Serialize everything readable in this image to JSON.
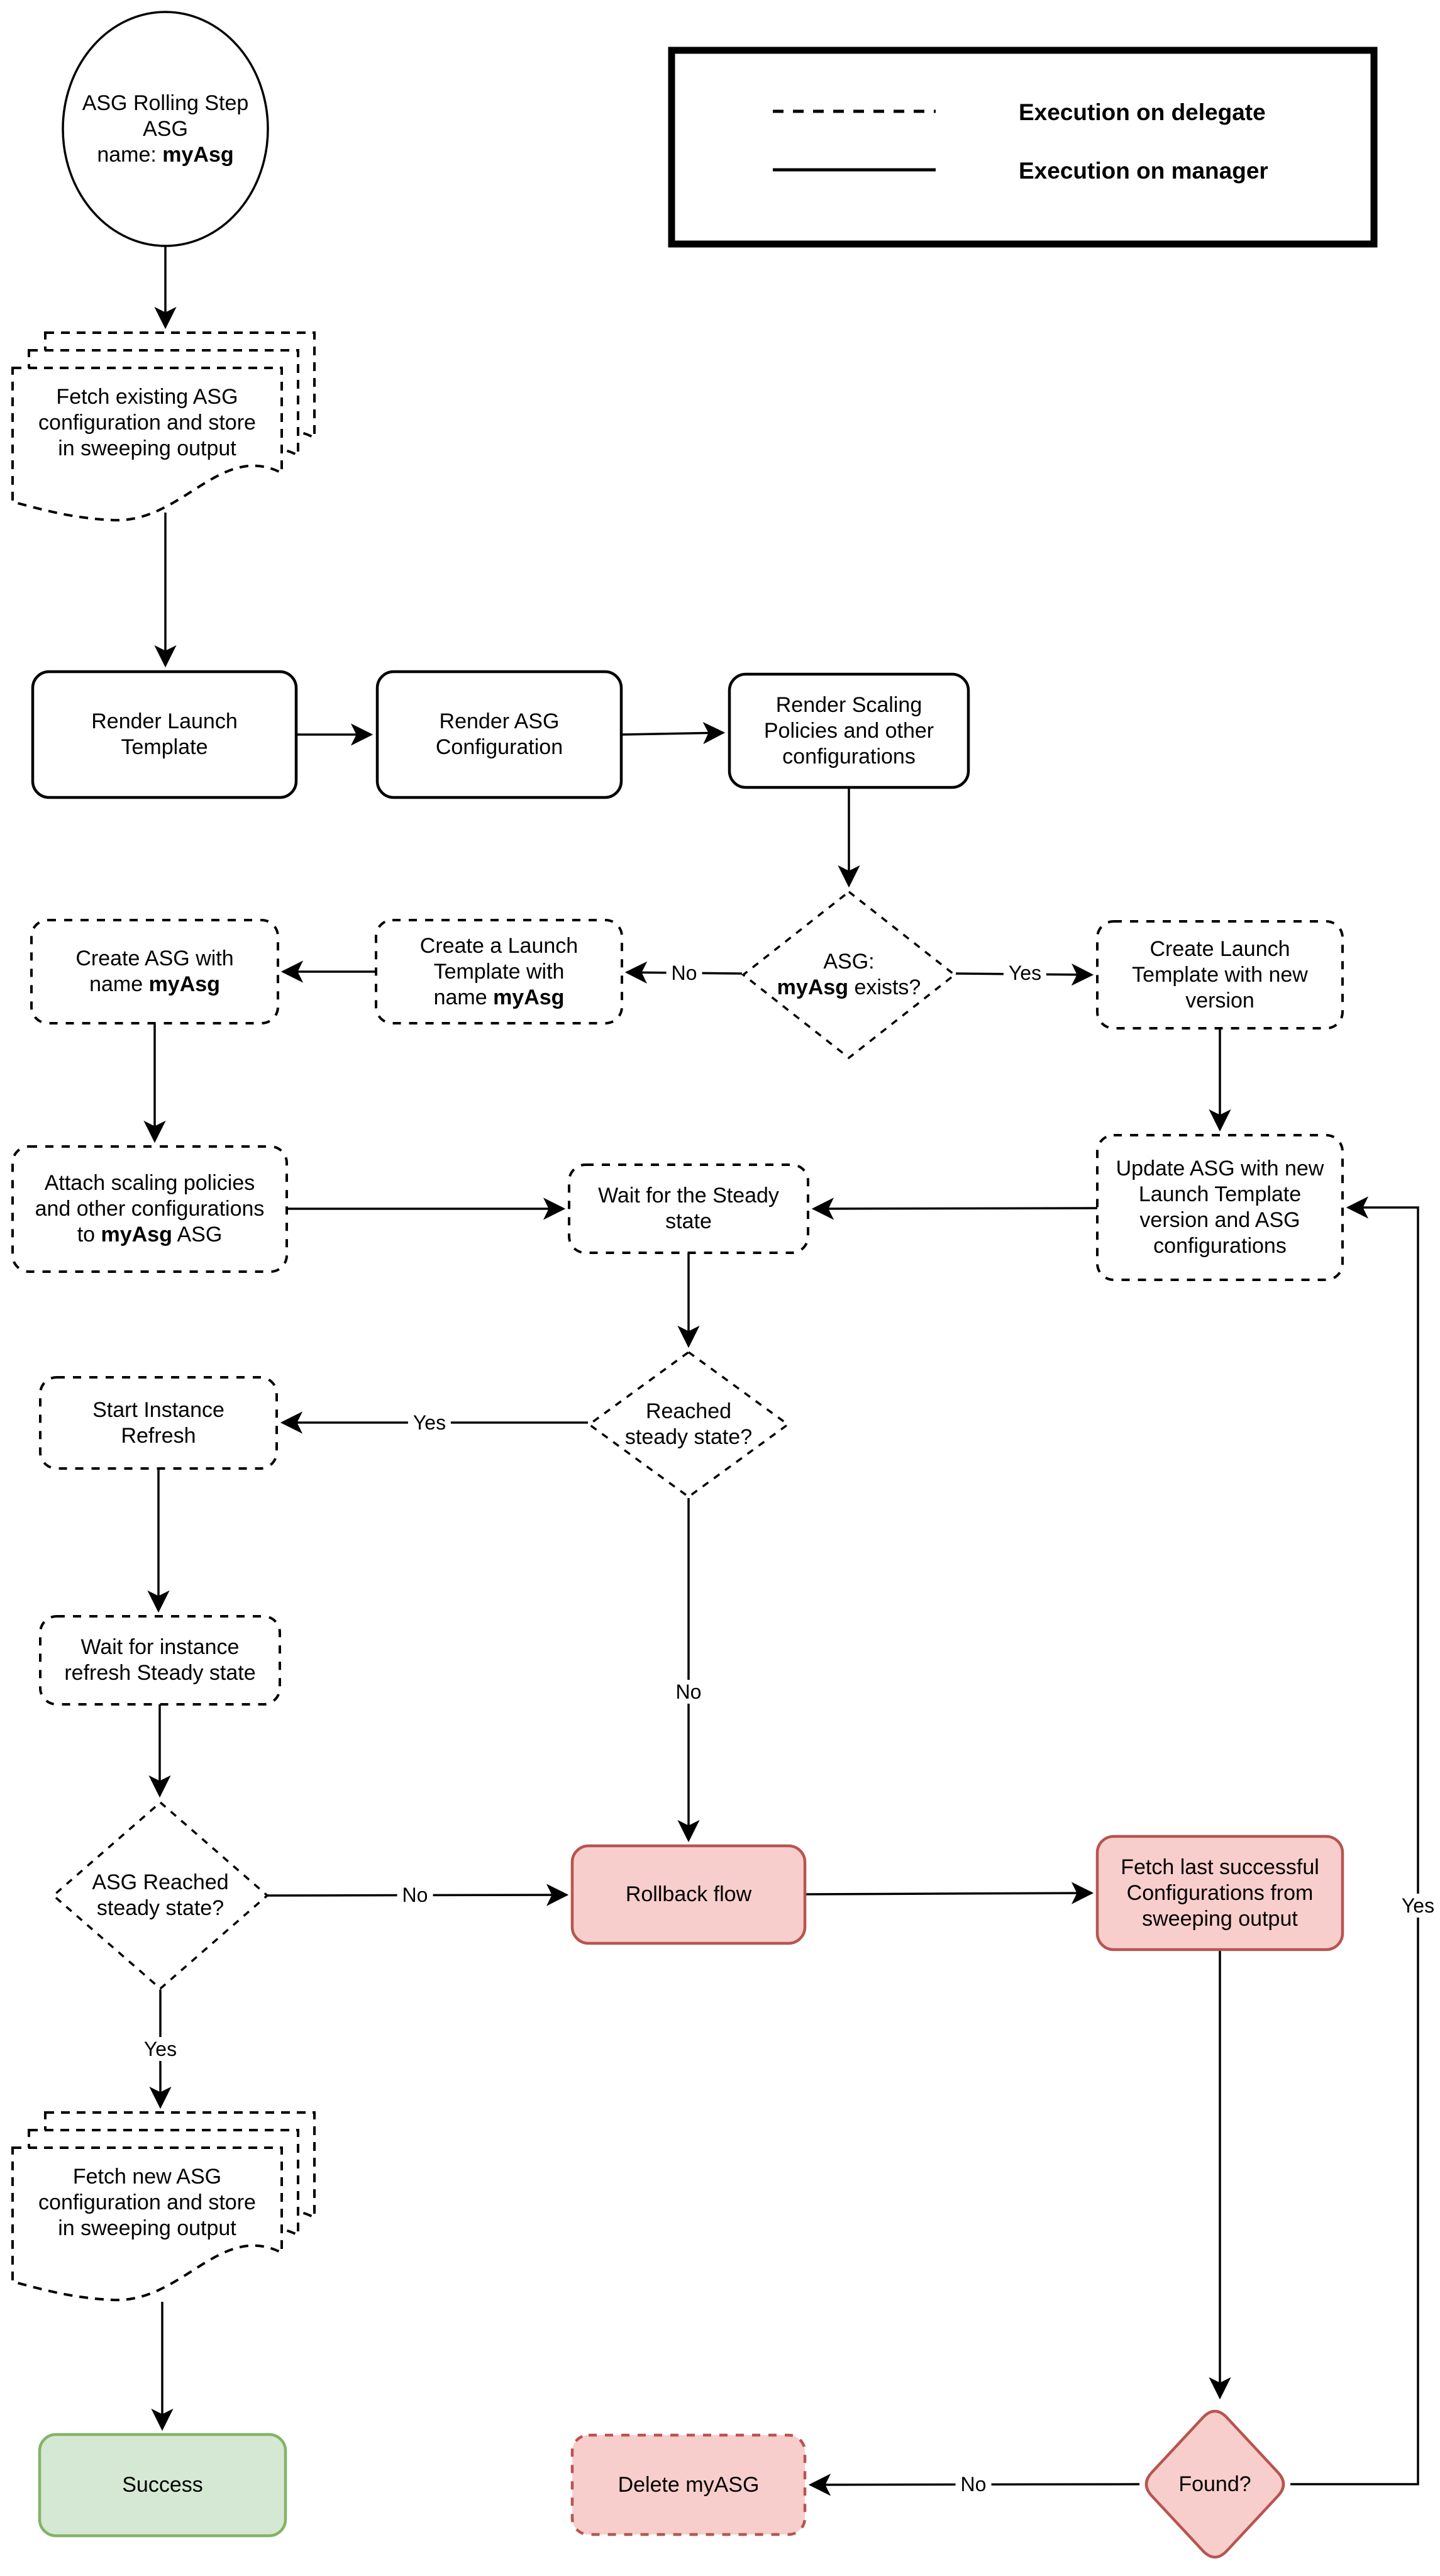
{
  "legend": {
    "delegate_label": "Execution on delegate",
    "manager_label": "Execution on manager"
  },
  "colors": {
    "ink": "#000000",
    "danger_fill": "#f8cecc",
    "danger_border": "#b85450",
    "success_fill": "#d5e8d4",
    "success_border": "#82b366"
  },
  "nodes": {
    "start": {
      "line1": "ASG Rolling Step",
      "line2": "ASG",
      "line3_prefix": "name: ",
      "line3_bold": "myAsg"
    },
    "fetch_existing": {
      "line1": "Fetch existing ASG",
      "line2": "configuration and store",
      "line3": "in sweeping output"
    },
    "render_launch_template": {
      "line1": "Render Launch",
      "line2": "Template"
    },
    "render_asg_configuration": {
      "line1": "Render ASG",
      "line2": "Configuration"
    },
    "render_scaling_policies": {
      "line1": "Render Scaling",
      "line2": "Policies and other",
      "line3": "configurations"
    },
    "asg_exists_decision": {
      "line1": "ASG:",
      "line2_bold": "myAsg",
      "line2_rest": " exists?"
    },
    "create_launch_template_named": {
      "line1": "Create a Launch",
      "line2": "Template with",
      "line3_prefix": "name ",
      "line3_bold": "myAsg"
    },
    "create_asg": {
      "line1": "Create ASG with",
      "line2_prefix": "name ",
      "line2_bold": "myAsg"
    },
    "create_launch_template_new": {
      "line1": "Create Launch",
      "line2": "Template with new",
      "line3": "version"
    },
    "attach_scaling_policies": {
      "line1": "Attach scaling policies",
      "line2": "and other configurations",
      "line3_prefix": "to ",
      "line3_bold": "myAsg",
      "line3_suffix": " ASG"
    },
    "wait_steady": {
      "line1": "Wait for the Steady",
      "line2": "state"
    },
    "update_asg": {
      "line1": "Update ASG with new",
      "line2": "Launch Template",
      "line3": "version and ASG",
      "line4": "configurations"
    },
    "reached_steady_decision": {
      "line1": "Reached",
      "line2": "steady state?"
    },
    "start_instance_refresh": {
      "line1": "Start Instance",
      "line2": "Refresh"
    },
    "wait_instance_refresh": {
      "line1": "Wait for instance",
      "line2": "refresh Steady state"
    },
    "asg_reached_steady_decision": {
      "line1": "ASG Reached",
      "line2": "steady state?"
    },
    "rollback_flow": {
      "line1": "Rollback flow"
    },
    "fetch_last_successful": {
      "line1": "Fetch last successful",
      "line2": "Configurations from",
      "line3": "sweeping output"
    },
    "fetch_new": {
      "line1": "Fetch new ASG",
      "line2": "configuration and store",
      "line3": "in sweeping output"
    },
    "success": {
      "line1": "Success"
    },
    "delete_myasg": {
      "line1": "Delete myASG"
    },
    "found_decision": {
      "line1": "Found?"
    }
  },
  "edge_labels": {
    "asg_exists_no": "No",
    "asg_exists_yes": "Yes",
    "reached_yes": "Yes",
    "reached_no": "No",
    "asg_reached_no": "No",
    "asg_reached_yes": "Yes",
    "found_no": "No",
    "found_yes": "Yes"
  }
}
